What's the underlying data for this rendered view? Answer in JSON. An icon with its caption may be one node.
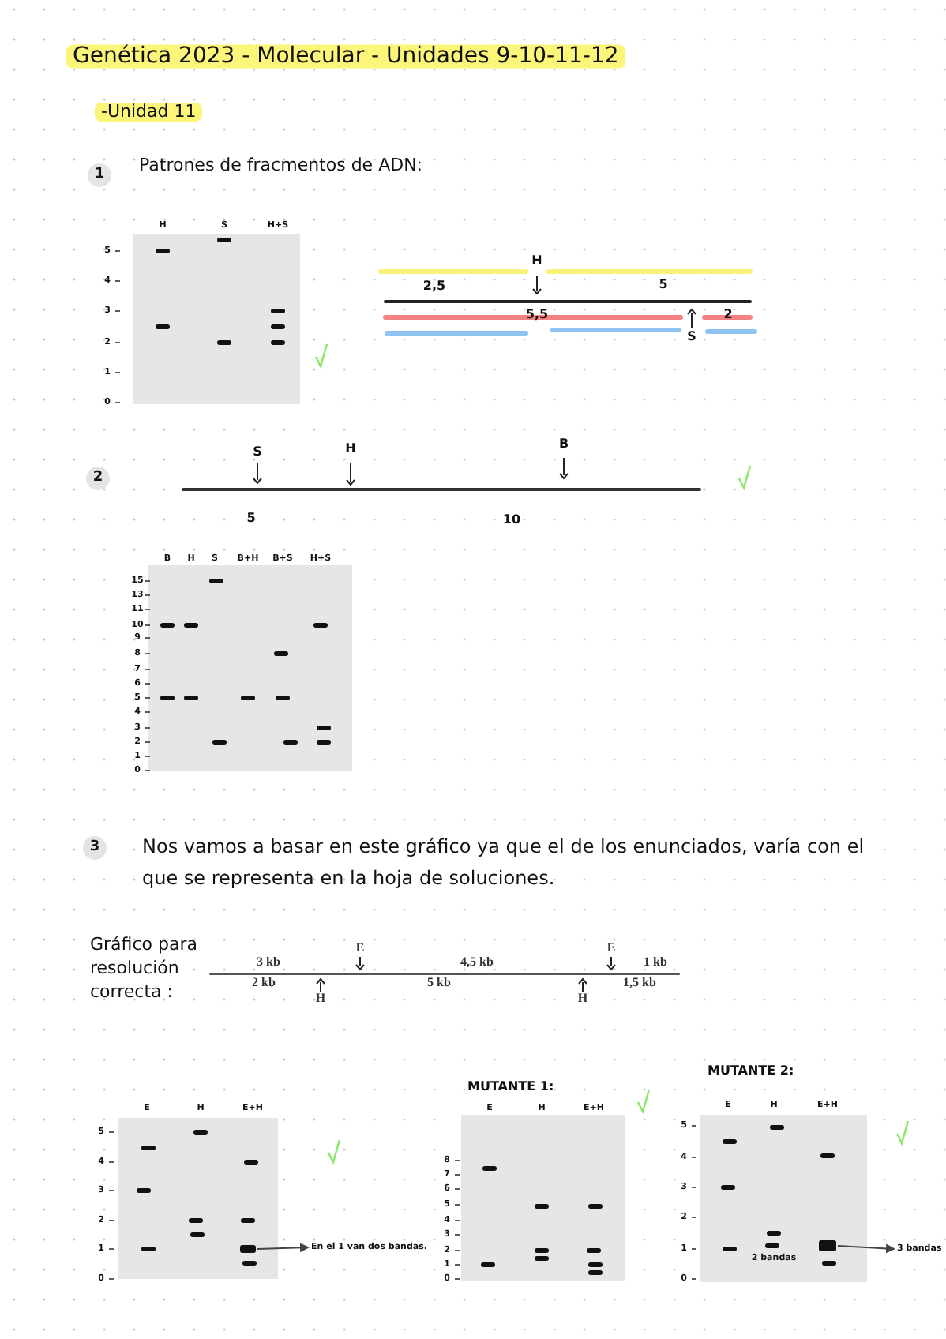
{
  "diagram": {
    "title": "Genética 2023 - Molecular - Unidades 9-10-11-12",
    "nodes": [
      {
        "text": [],
        "shape": "bar"
      },
      {
        "text": [
          "En el 1 van dos bandas."
        ]
      },
      {
        "text": [],
        "shape": "bar"
      },
      {
        "text": [
          "3 bandas"
        ]
      }
    ],
    "edges": [
      {
        "from": 0,
        "to": 1,
        "arrow": "to"
      },
      {
        "from": 2,
        "to": 3,
        "arrow": "to"
      }
    ],
    "labels": [
      "-Unidad 11",
      "1",
      "Patrones de fracmentos de ADN:",
      "H",
      "S",
      "H+S",
      "5",
      "4",
      "3",
      "2",
      "1",
      "0",
      "H",
      "2,5",
      "5",
      "5,5",
      "2",
      "S",
      "2",
      "S",
      "H",
      "B",
      "5",
      "10",
      "B",
      "H",
      "S",
      "B+H",
      "B+S",
      "H+S",
      "15",
      "13",
      "11",
      "10",
      "9",
      "8",
      "7",
      "6",
      "5",
      "4",
      "3",
      "2",
      "1",
      "0",
      "3",
      "Nos vamos a basar en este gráfico ya que el de los enunciados, varía con el que se representa en la hoja de soluciones.",
      "Gráfico para resolución correcta :",
      "E",
      "E",
      "3 kb",
      "4,5 kb",
      "1 kb",
      "2 kb",
      "5 kb",
      "1,5 kb",
      "H",
      "H",
      "E",
      "H",
      "E+H",
      "5",
      "4",
      "3",
      "2",
      "1",
      "0",
      "MUTANTE 1:",
      "E",
      "H",
      "E+H",
      "8",
      "7",
      "6",
      "5",
      "4",
      "3",
      "2",
      "1",
      "0",
      "MUTANTE 2:",
      "E",
      "H",
      "E+H",
      "5",
      "4",
      "3",
      "2",
      "1",
      "0",
      "2 bandas"
    ]
  }
}
